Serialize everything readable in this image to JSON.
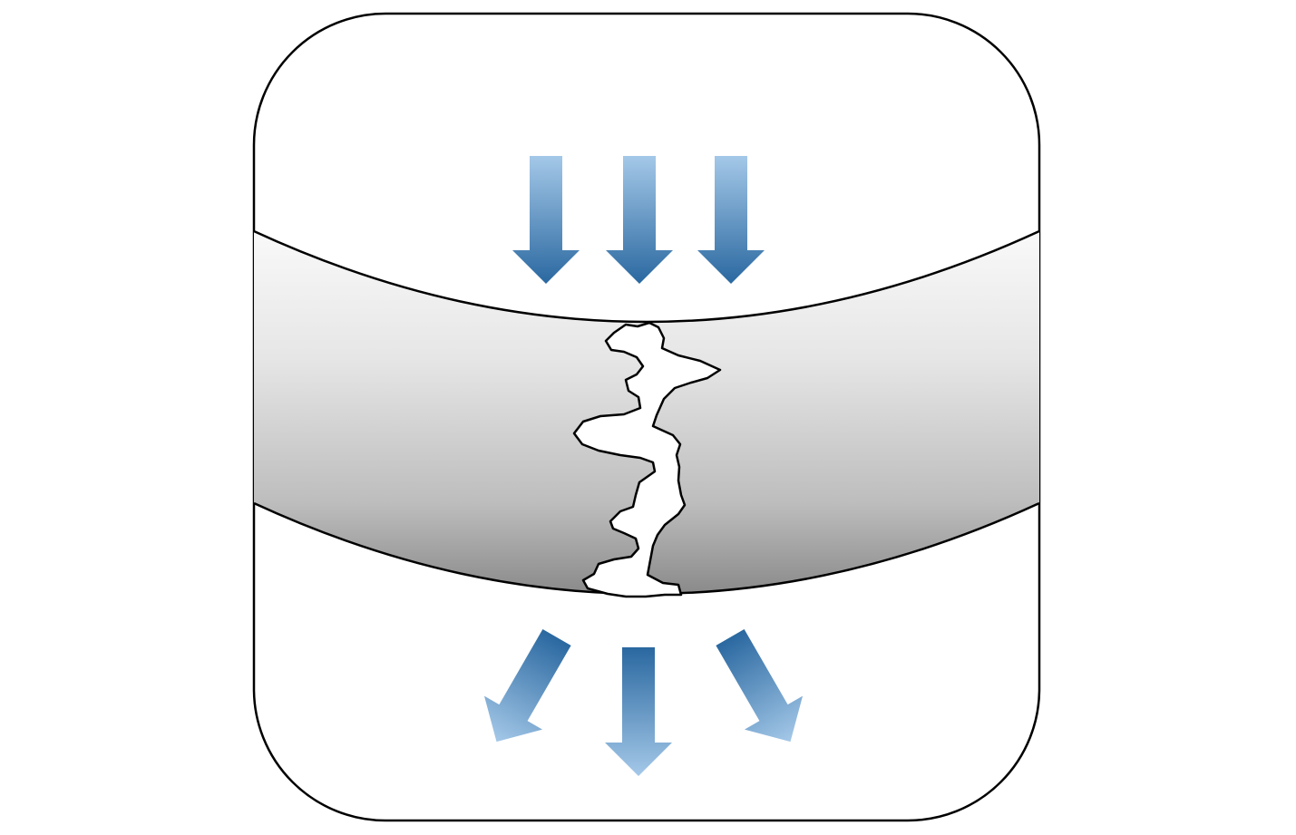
{
  "diagram": {
    "icon": "fracture-flow-icon",
    "inflow_arrows": [
      {
        "icon": "arrow-down-icon",
        "direction": "down"
      },
      {
        "icon": "arrow-down-icon",
        "direction": "down"
      },
      {
        "icon": "arrow-down-icon",
        "direction": "down"
      }
    ],
    "outflow_arrows": [
      {
        "icon": "arrow-down-left-icon",
        "direction": "down-left"
      },
      {
        "icon": "arrow-down-icon",
        "direction": "down"
      },
      {
        "icon": "arrow-down-right-icon",
        "direction": "down-right"
      }
    ],
    "colors": {
      "outline": "#000000",
      "background": "#ffffff",
      "arrow_dark": "#2e6da4",
      "arrow_light": "#9cc2e4",
      "band_top": "#f7f7f7",
      "band_bottom": "#8e8e8e",
      "crack_fill": "#ffffff"
    }
  }
}
